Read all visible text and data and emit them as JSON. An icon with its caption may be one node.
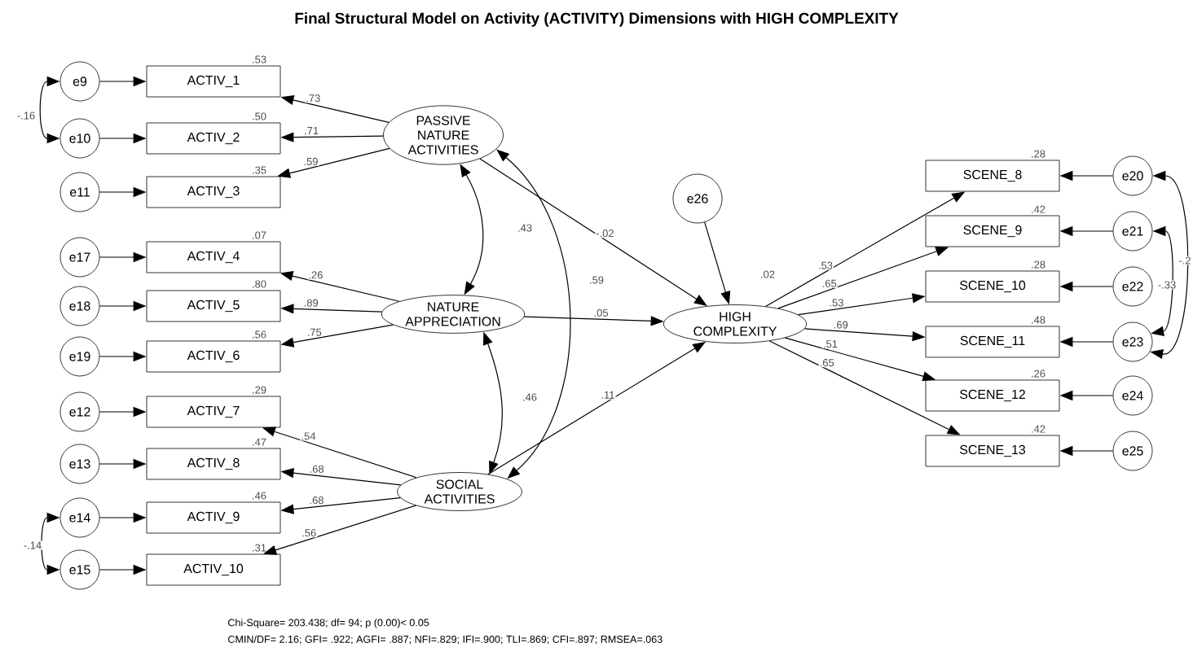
{
  "diagram": {
    "title": "Final Structural Model on Activity (ACTIVITY) Dimensions with HIGH COMPLEXITY",
    "nodes": [
      {
        "text": [
          "PASSIVE NATURE ACTIVITIES"
        ]
      },
      {
        "text": [
          "NATURE APPRECIATION"
        ]
      },
      {
        "text": [
          "SOCIAL ACTIVITIES"
        ]
      },
      {
        "text": [
          "HIGH COMPLEXITY"
        ],
        "beside": [
          ".02"
        ]
      },
      {
        "text": [
          "e26"
        ]
      },
      {
        "text": [
          "ACTIV_1"
        ],
        "beside": [
          ".53"
        ]
      },
      {
        "text": [
          "ACTIV_2"
        ],
        "beside": [
          ".50"
        ]
      },
      {
        "text": [
          "ACTIV_3"
        ],
        "beside": [
          ".35"
        ]
      },
      {
        "text": [
          "ACTIV_4"
        ],
        "beside": [
          ".07"
        ]
      },
      {
        "text": [
          "ACTIV_5"
        ],
        "beside": [
          ".80"
        ]
      },
      {
        "text": [
          "ACTIV_6"
        ],
        "beside": [
          ".56"
        ]
      },
      {
        "text": [
          "ACTIV_7"
        ],
        "beside": [
          ".29"
        ]
      },
      {
        "text": [
          "ACTIV_8"
        ],
        "beside": [
          ".47"
        ]
      },
      {
        "text": [
          "ACTIV_9"
        ],
        "beside": [
          ".46"
        ]
      },
      {
        "text": [
          "ACTIV_10"
        ],
        "beside": [
          ".31"
        ]
      },
      {
        "text": [
          "e9"
        ]
      },
      {
        "text": [
          "e10"
        ]
      },
      {
        "text": [
          "e11"
        ]
      },
      {
        "text": [
          "e17"
        ]
      },
      {
        "text": [
          "e18"
        ]
      },
      {
        "text": [
          "e19"
        ]
      },
      {
        "text": [
          "e12"
        ]
      },
      {
        "text": [
          "e13"
        ]
      },
      {
        "text": [
          "e14"
        ]
      },
      {
        "text": [
          "e15"
        ]
      },
      {
        "text": [
          "SCENE_8"
        ],
        "beside": [
          ".28"
        ]
      },
      {
        "text": [
          "SCENE_9"
        ],
        "beside": [
          ".42"
        ]
      },
      {
        "text": [
          "SCENE_10"
        ],
        "beside": [
          ".28"
        ]
      },
      {
        "text": [
          "SCENE_11"
        ],
        "beside": [
          ".48"
        ]
      },
      {
        "text": [
          "SCENE_12"
        ],
        "beside": [
          ".26"
        ]
      },
      {
        "text": [
          "SCENE_13"
        ],
        "beside": [
          ".42"
        ]
      },
      {
        "text": [
          "e20"
        ]
      },
      {
        "text": [
          "e21"
        ]
      },
      {
        "text": [
          "e22"
        ]
      },
      {
        "text": [
          "e23"
        ]
      },
      {
        "text": [
          "e24"
        ]
      },
      {
        "text": [
          "e25"
        ]
      }
    ],
    "edges": [
      {
        "from": 0,
        "to": 5,
        "arrow": "to",
        "label": ".73"
      },
      {
        "from": 0,
        "to": 6,
        "arrow": "to",
        "label": ".71"
      },
      {
        "from": 0,
        "to": 7,
        "arrow": "to",
        "label": ".59"
      },
      {
        "from": 1,
        "to": 8,
        "arrow": "to",
        "label": ".26"
      },
      {
        "from": 1,
        "to": 9,
        "arrow": "to",
        "label": ".89"
      },
      {
        "from": 1,
        "to": 10,
        "arrow": "to",
        "label": ".75"
      },
      {
        "from": 2,
        "to": 11,
        "arrow": "to",
        "label": ".54"
      },
      {
        "from": 2,
        "to": 12,
        "arrow": "to",
        "label": ".68"
      },
      {
        "from": 2,
        "to": 13,
        "arrow": "to",
        "label": ".68"
      },
      {
        "from": 2,
        "to": 14,
        "arrow": "to",
        "label": ".56"
      },
      {
        "from": 15,
        "to": 5,
        "arrow": "to"
      },
      {
        "from": 16,
        "to": 6,
        "arrow": "to"
      },
      {
        "from": 17,
        "to": 7,
        "arrow": "to"
      },
      {
        "from": 18,
        "to": 8,
        "arrow": "to"
      },
      {
        "from": 19,
        "to": 9,
        "arrow": "to"
      },
      {
        "from": 20,
        "to": 10,
        "arrow": "to"
      },
      {
        "from": 21,
        "to": 11,
        "arrow": "to"
      },
      {
        "from": 22,
        "to": 12,
        "arrow": "to"
      },
      {
        "from": 23,
        "to": 13,
        "arrow": "to"
      },
      {
        "from": 24,
        "to": 14,
        "arrow": "to"
      },
      {
        "from": 3,
        "to": 25,
        "arrow": "to",
        "label": ".53"
      },
      {
        "from": 3,
        "to": 26,
        "arrow": "to",
        "label": ".65"
      },
      {
        "from": 3,
        "to": 27,
        "arrow": "to",
        "label": ".53"
      },
      {
        "from": 3,
        "to": 28,
        "arrow": "to",
        "label": ".69"
      },
      {
        "from": 3,
        "to": 29,
        "arrow": "to",
        "label": ".51"
      },
      {
        "from": 3,
        "to": 30,
        "arrow": "to",
        "label": ".65"
      },
      {
        "from": 31,
        "to": 25,
        "arrow": "to"
      },
      {
        "from": 32,
        "to": 26,
        "arrow": "to"
      },
      {
        "from": 33,
        "to": 27,
        "arrow": "to"
      },
      {
        "from": 34,
        "to": 28,
        "arrow": "to"
      },
      {
        "from": 35,
        "to": 29,
        "arrow": "to"
      },
      {
        "from": 36,
        "to": 30,
        "arrow": "to"
      },
      {
        "from": 0,
        "to": 3,
        "arrow": "to",
        "label": "-.02"
      },
      {
        "from": 1,
        "to": 3,
        "arrow": "to",
        "label": ".05"
      },
      {
        "from": 2,
        "to": 3,
        "arrow": "to",
        "label": ".11"
      },
      {
        "from": 4,
        "to": 3,
        "arrow": "to"
      },
      {
        "from": 0,
        "to": 1,
        "arrow": "both",
        "label": ".43"
      },
      {
        "from": 1,
        "to": 2,
        "arrow": "both",
        "label": ".46"
      },
      {
        "from": 0,
        "to": 2,
        "arrow": "both",
        "label": ".59"
      },
      {
        "from": 15,
        "to": 16,
        "arrow": "both",
        "label": "-.16"
      },
      {
        "from": 23,
        "to": 24,
        "arrow": "both",
        "label": "-.14"
      },
      {
        "from": 31,
        "to": 34,
        "arrow": "both",
        "label": "-.2"
      },
      {
        "from": 32,
        "to": 34,
        "arrow": "both",
        "label": "-.33"
      }
    ],
    "labels": [
      "Chi-Square= 203.438; df= 94; p (0.00)< 0.05",
      "CMIN/DF= 2.16; GFI= .922; AGFI= .887; NFI=.829; IFI=.900; TLI=.869; CFI=.897; RMSEA=.063"
    ]
  }
}
